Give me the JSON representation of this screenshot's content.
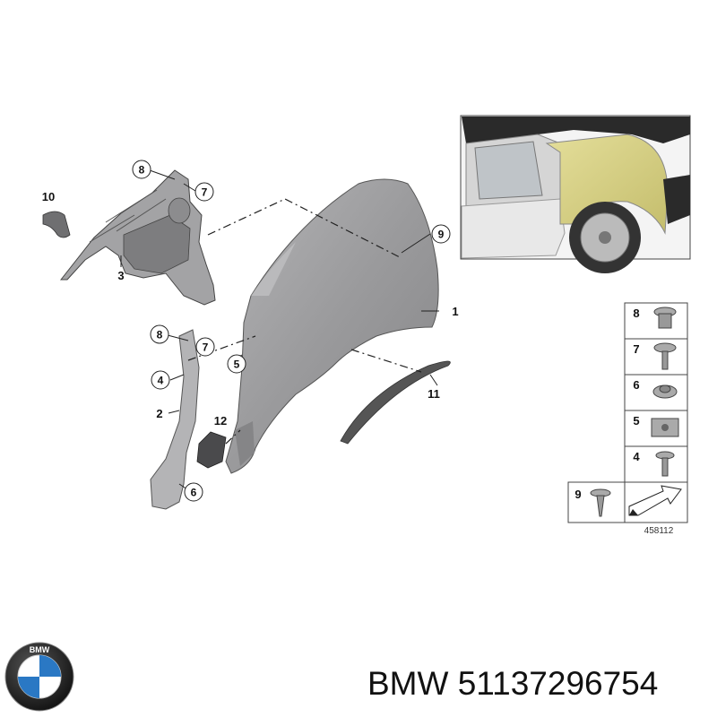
{
  "callouts": {
    "c1": "1",
    "c2": "2",
    "c3": "3",
    "c4": "4",
    "c5": "5",
    "c6": "6",
    "c7": "7",
    "c7b": "7",
    "c8": "8",
    "c8b": "8",
    "c9": "9",
    "c10": "10",
    "c11": "11",
    "c12": "12"
  },
  "fastener_legend": {
    "items": [
      "8",
      "7",
      "6",
      "5",
      "4"
    ],
    "bottom_item": "9"
  },
  "drawing_number": "458112",
  "logo_text": "BMW",
  "brand": "BMW",
  "part_number": "51137296754",
  "colors": {
    "part_gray": "#9a9a9c",
    "part_dark": "#6e6e70",
    "highlight_yellow": "#d9d38a",
    "logo_blue": "#2a78c4",
    "logo_black": "#1a1a1a"
  }
}
